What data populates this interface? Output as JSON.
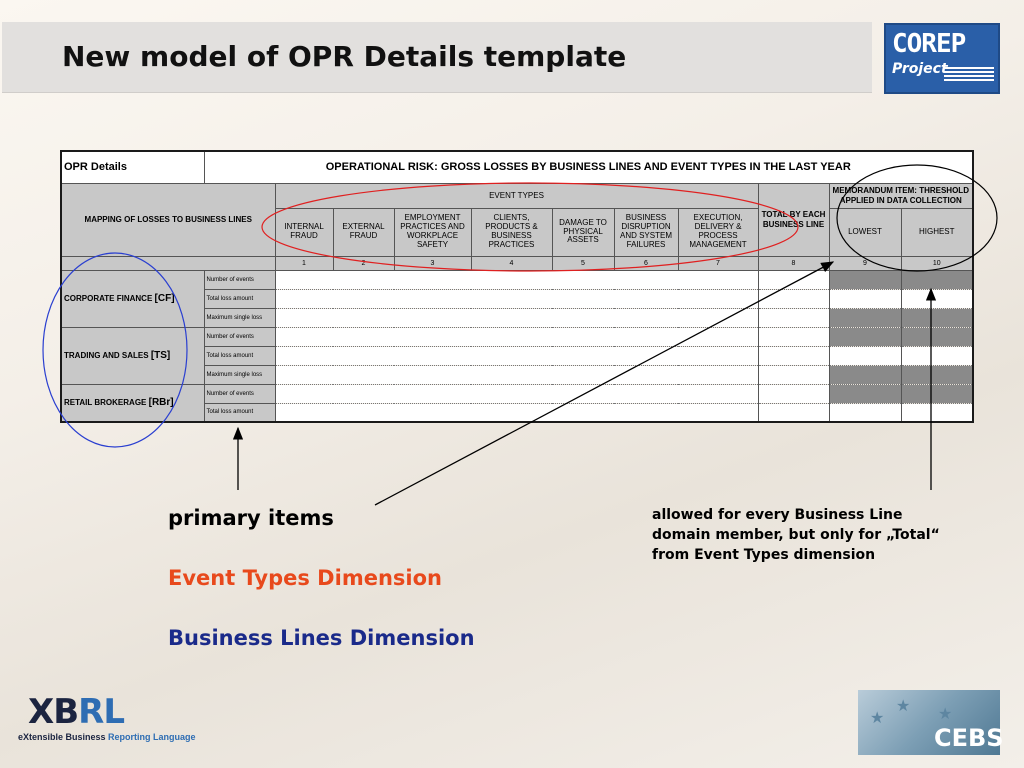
{
  "slide": {
    "title": "New model of OPR Details template"
  },
  "corep_logo": {
    "main": "COREP",
    "sub": "Project"
  },
  "table": {
    "name": "OPR Details",
    "heading": "OPERATIONAL RISK: GROSS LOSSES BY BUSINESS LINES AND EVENT TYPES IN THE LAST YEAR",
    "mapping_label": "MAPPING OF LOSSES TO BUSINESS LINES",
    "event_types_label": "EVENT TYPES",
    "event_types": [
      "INTERNAL FRAUD",
      "EXTERNAL FRAUD",
      "EMPLOYMENT PRACTICES AND WORKPLACE SAFETY",
      "CLIENTS, PRODUCTS & BUSINESS PRACTICES",
      "DAMAGE TO PHYSICAL ASSETS",
      "BUSINESS DISRUPTION AND SYSTEM FAILURES",
      "EXECUTION, DELIVERY & PROCESS MANAGEMENT"
    ],
    "total_label": "TOTAL BY EACH BUSINESS LINE",
    "memo_label": "MEMORANDUM ITEM: THRESHOLD APPLIED IN DATA COLLECTION",
    "lowest": "LOWEST",
    "highest": "HIGHEST",
    "column_numbers": [
      "1",
      "2",
      "3",
      "4",
      "5",
      "6",
      "7",
      "8",
      "9",
      "10"
    ],
    "business_lines": [
      {
        "name": "CORPORATE FINANCE",
        "code": "[CF]",
        "items": [
          "Number of events",
          "Total loss amount",
          "Maximum single loss"
        ]
      },
      {
        "name": "TRADING AND SALES",
        "code": "[TS]",
        "items": [
          "Number of events",
          "Total loss amount",
          "Maximum single loss"
        ]
      },
      {
        "name": "RETAIL BROKERAGE",
        "code": "[RBr]",
        "items": [
          "Number of events",
          "Total loss amount"
        ]
      }
    ]
  },
  "annotations": {
    "primary_items": "primary items",
    "event_types_dimension": "Event Types Dimension",
    "business_lines_dimension": "Business Lines Dimension",
    "allowed_note_lines": [
      "allowed for every Business Line",
      "domain member, but only for „Total“",
      "from Event Types dimension"
    ],
    "colors": {
      "event_types": "#e8491c",
      "business_lines": "#1a2a8a",
      "ellipse_red": "#e02020",
      "ellipse_blue": "#2a3fd0"
    }
  },
  "xbrl_logo": {
    "main_a": "XB",
    "main_b": "RL",
    "sub_a": "eXtensible Business ",
    "sub_b": "Reporting Language"
  },
  "cebs_logo": {
    "text": "CEBS"
  }
}
